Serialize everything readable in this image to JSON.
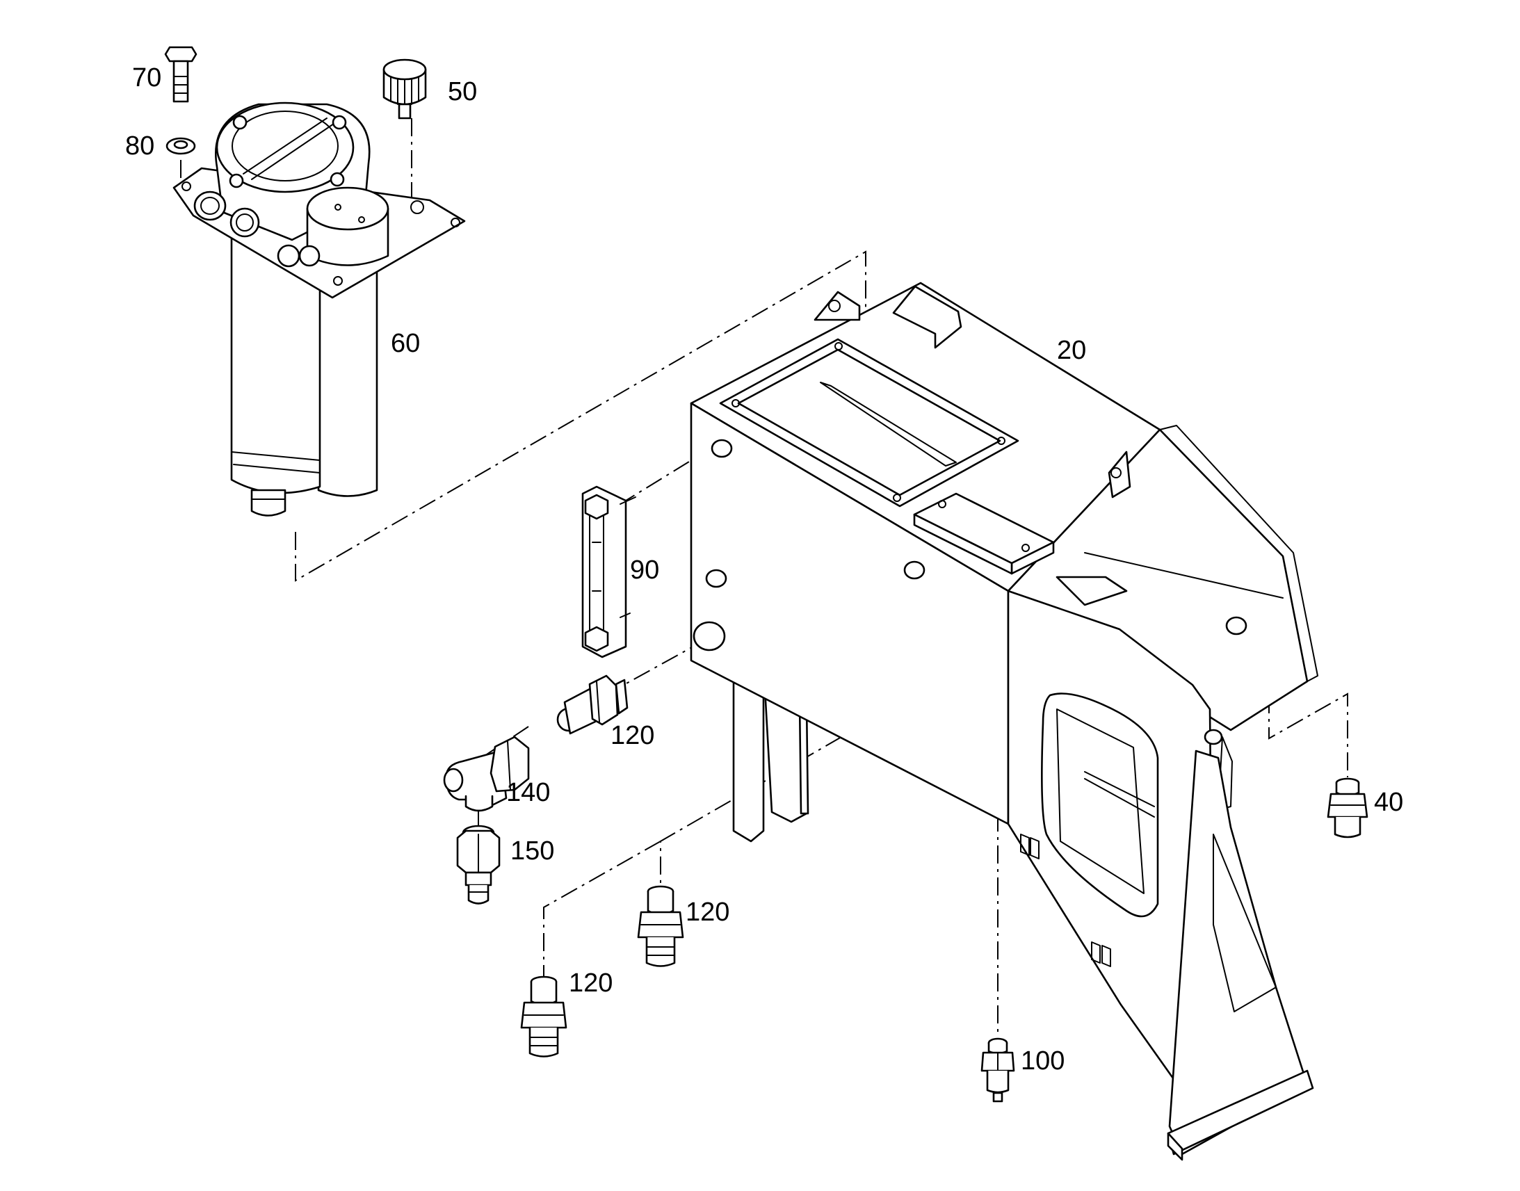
{
  "callouts": {
    "p70": "70",
    "p80": "80",
    "p50": "50",
    "p60": "60",
    "p20": "20",
    "p90": "90",
    "p120_a": "120",
    "p140": "140",
    "p150": "150",
    "p120_b": "120",
    "p120_c": "120",
    "p40": "40",
    "p100": "100"
  }
}
